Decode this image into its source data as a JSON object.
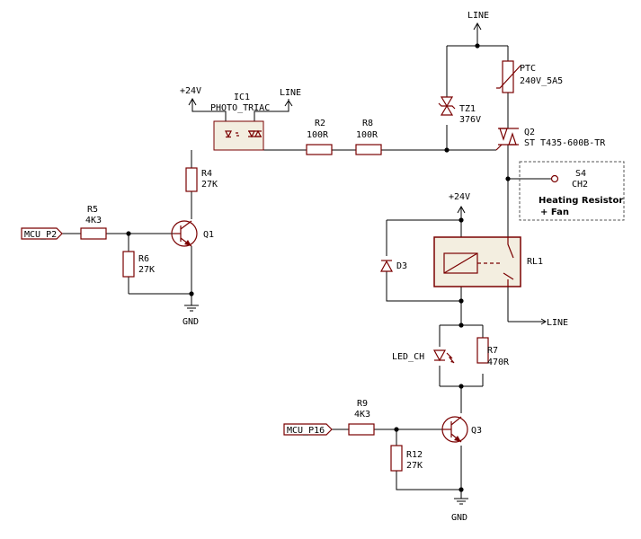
{
  "nets": {
    "line": "LINE",
    "v24": "+24V",
    "gnd": "GND"
  },
  "ports": {
    "mcu_p2": "MCU_P2",
    "mcu_p16": "MCU_P16"
  },
  "components": {
    "ic1": {
      "ref": "IC1",
      "value": "PHOTO_TRIAC"
    },
    "r2": {
      "ref": "R2",
      "value": "100R"
    },
    "r8": {
      "ref": "R8",
      "value": "100R"
    },
    "r4": {
      "ref": "R4",
      "value": "27K"
    },
    "r5": {
      "ref": "R5",
      "value": "4K3"
    },
    "r6": {
      "ref": "R6",
      "value": "27K"
    },
    "q1": {
      "ref": "Q1"
    },
    "tz1": {
      "ref": "TZ1",
      "value": "376V"
    },
    "ptc": {
      "ref": "PTC",
      "value": "240V_5A5"
    },
    "q2": {
      "ref": "Q2",
      "value": "ST T435-600B-TR"
    },
    "s4": {
      "ref": "S4",
      "value": "CH2"
    },
    "d3": {
      "ref": "D3"
    },
    "rl1": {
      "ref": "RL1"
    },
    "led_ch": {
      "ref": "LED_CH"
    },
    "r7": {
      "ref": "R7",
      "value": "470R"
    },
    "r9": {
      "ref": "R9",
      "value": "4K3"
    },
    "q3": {
      "ref": "Q3"
    },
    "r12": {
      "ref": "R12",
      "value": "27K"
    }
  },
  "load_box": {
    "line1": "Heating Resistor",
    "line2": "+ Fan"
  }
}
